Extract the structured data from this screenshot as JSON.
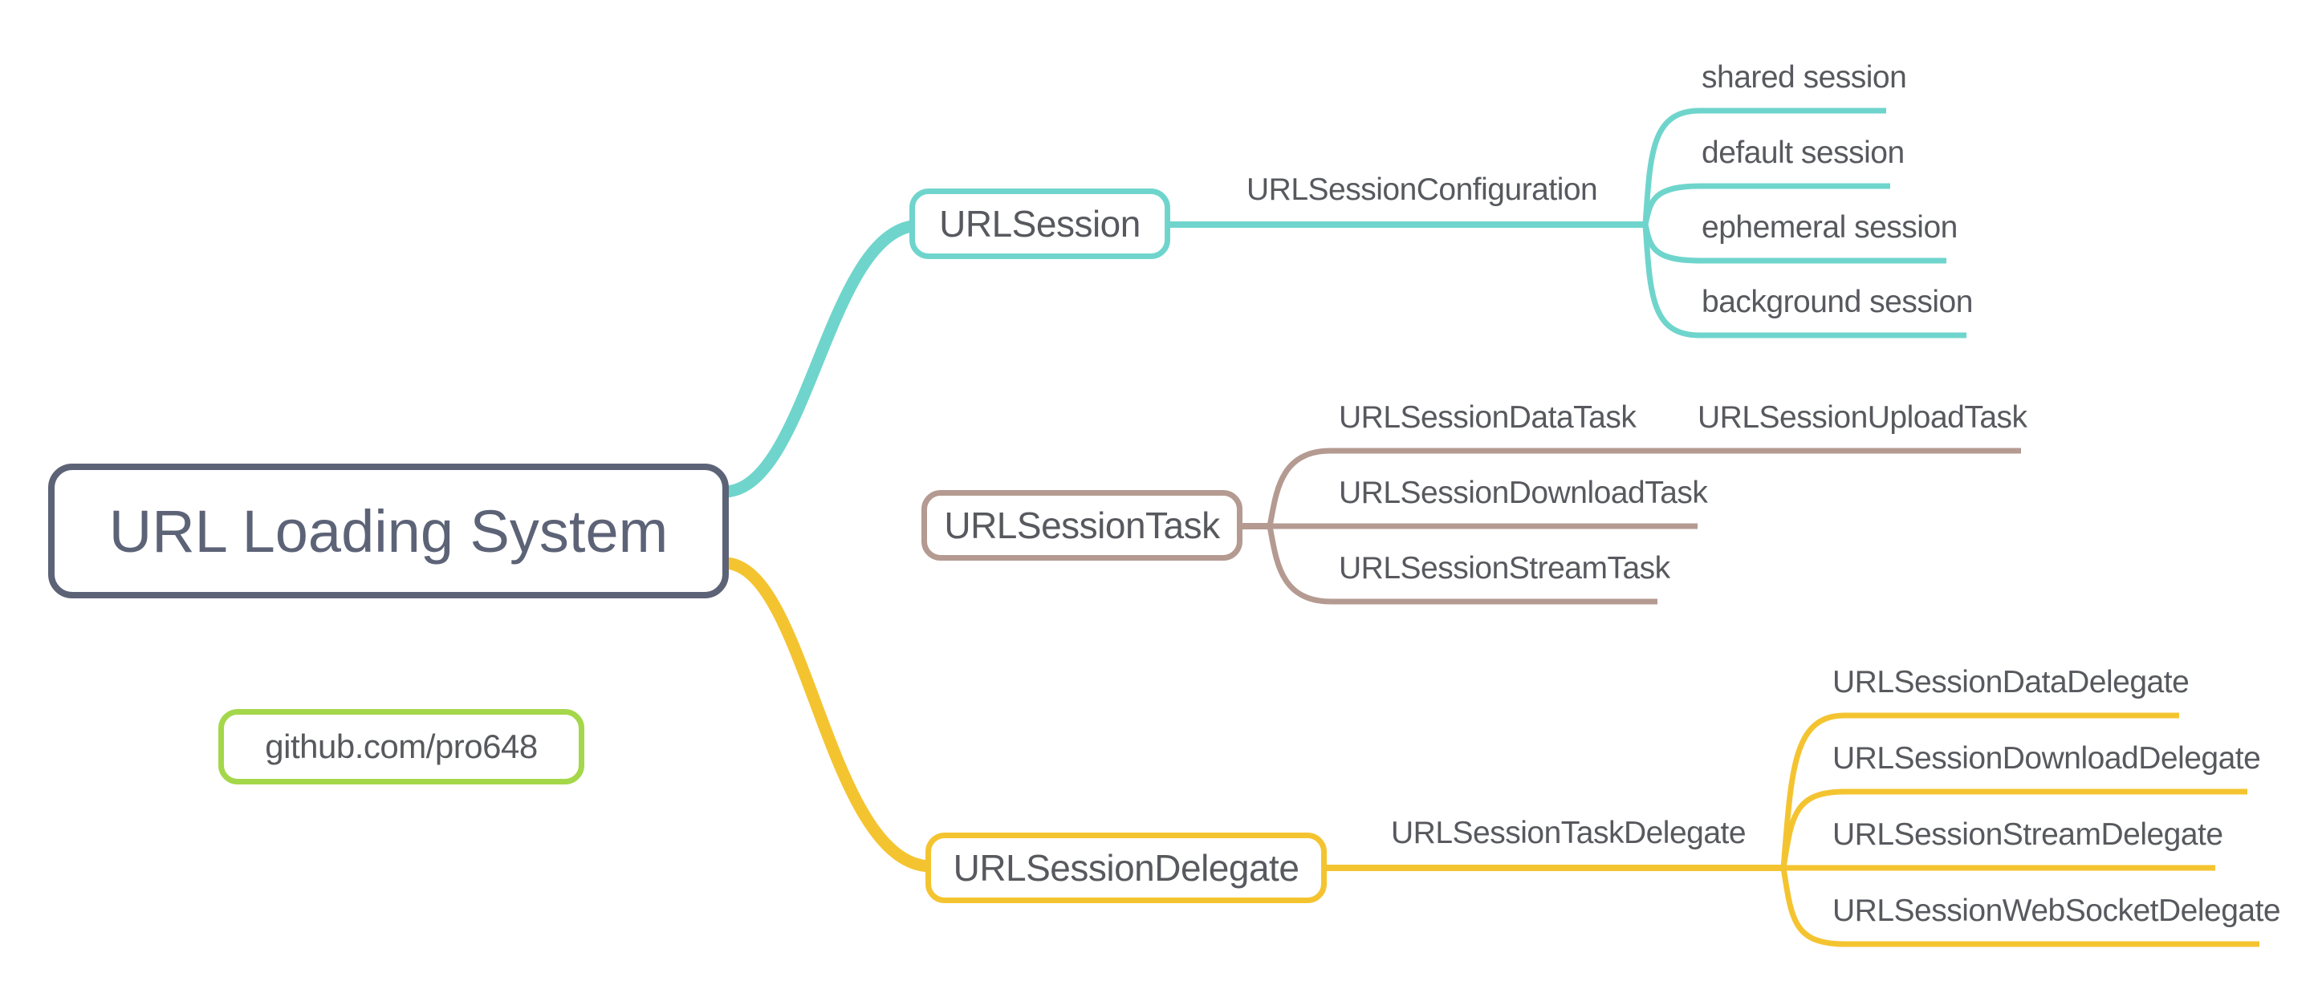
{
  "diagram": {
    "root": {
      "label": "URL Loading System"
    },
    "badge": {
      "label": "github.com/pro648"
    },
    "colors": {
      "root_outline": "#5d6377",
      "badge_outline": "#a4d74a",
      "session_branch": "#6fd5cc",
      "task_branch": "#b49a91",
      "delegate_branch": "#f4c430",
      "label_text": "#57595e"
    },
    "branches": [
      {
        "name": "session",
        "node": {
          "label": "URLSession"
        },
        "connector_label": "URLSessionConfiguration",
        "leaves": [
          {
            "label": "shared session"
          },
          {
            "label": "default session"
          },
          {
            "label": "ephemeral session"
          },
          {
            "label": "background session"
          }
        ]
      },
      {
        "name": "task",
        "node": {
          "label": "URLSessionTask"
        },
        "leaves": [
          {
            "label": "URLSessionDataTask"
          },
          {
            "label": "URLSessionUploadTask"
          },
          {
            "label": "URLSessionDownloadTask"
          },
          {
            "label": "URLSessionStreamTask"
          }
        ]
      },
      {
        "name": "delegate",
        "node": {
          "label": "URLSessionDelegate"
        },
        "connector_label": "URLSessionTaskDelegate",
        "leaves": [
          {
            "label": "URLSessionDataDelegate"
          },
          {
            "label": "URLSessionDownloadDelegate"
          },
          {
            "label": "URLSessionStreamDelegate"
          },
          {
            "label": "URLSessionWebSocketDelegate"
          }
        ]
      }
    ]
  }
}
